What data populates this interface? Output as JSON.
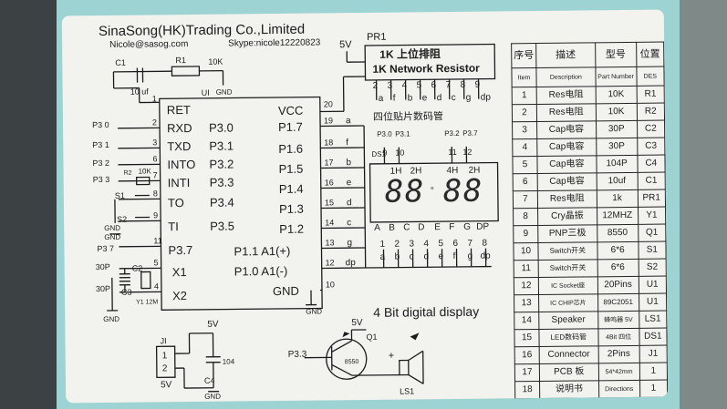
{
  "header": {
    "company": "SinaSong(HK)Trading Co.,Limited",
    "email": "Nicole@sasog.com",
    "skype": "Skype:nicole12220823"
  },
  "network": {
    "ref": "PR1",
    "vcc": "5V",
    "line1": "1K 上位排阻",
    "line2": "1K Network Resistor",
    "pin_numbers": [
      "2",
      "3",
      "4",
      "5",
      "6",
      "7",
      "8",
      "9"
    ],
    "pin_letters": [
      "a",
      "f",
      "b",
      "e",
      "d",
      "c",
      "g",
      "dp"
    ]
  },
  "rc": {
    "cap": "C1",
    "res": "R1",
    "res_val": "10K",
    "cap_val": "10 uf",
    "ui": "UI",
    "gnd": "GND"
  },
  "mcu": {
    "left_pins": [
      "RET",
      "RXD",
      "TXD",
      "INTO",
      "INTI",
      "TO",
      "TI",
      "P3.7",
      "X1",
      "X2"
    ],
    "left_ports": [
      "P3.0",
      "P3.1",
      "P3.2",
      "P3.3",
      "P3.4",
      "P3.5"
    ],
    "right_pins": [
      "VCC",
      "P1.7",
      "P1.6",
      "P1.5",
      "P1.4",
      "P1.3",
      "P1.2",
      "P1.1 A1(+)",
      "P1.0 A1(-)",
      "GND"
    ],
    "right_nums": [
      "20",
      "19",
      "18",
      "17",
      "16",
      "15",
      "14",
      "13",
      "12",
      "10"
    ],
    "right_seg": [
      "a",
      "f",
      "b",
      "e",
      "d",
      "c",
      "g",
      "dp"
    ],
    "left_nums": [
      "1",
      "2",
      "3",
      "6",
      "7",
      "8",
      "9",
      "11",
      "5",
      "4"
    ]
  },
  "inputs": {
    "p30": "P3 0",
    "p31": "P3 1",
    "p32": "P3 2",
    "p33": "P3 3",
    "r2": "R2",
    "r2_val": "10K",
    "s1": "S1",
    "s2": "S2",
    "gnd1": "GND",
    "gnd2": "GND",
    "p37": "P3 7"
  },
  "xtal": {
    "c30a": "30P",
    "c30b": "30P",
    "c2": "C2",
    "c3": "C3",
    "y1": "Y1 12M",
    "gnd": "GND"
  },
  "display": {
    "title_cn": "四位贴片数码管",
    "ds": "DS1",
    "top_ports": [
      "P3.0",
      "P3.1",
      "P3.2",
      "P3.7"
    ],
    "top_nums": [
      "9",
      "10",
      "11",
      "12"
    ],
    "digit_labels": [
      "1H",
      "2H",
      "4H",
      "2H"
    ],
    "digits": [
      "8",
      "8",
      "8",
      "8"
    ],
    "seg_letters": [
      "A",
      "B",
      "C",
      "D",
      "E",
      "F",
      "G",
      "DP"
    ],
    "bottom_nums": [
      "1",
      "2",
      "3",
      "4",
      "5",
      "6",
      "7",
      "8"
    ],
    "bottom_letters": [
      "a",
      "b",
      "c",
      "d",
      "e",
      "f",
      "g",
      "dp"
    ],
    "caption": "4 Bit digital display"
  },
  "power": {
    "j": "JI",
    "pins": [
      "1",
      "2"
    ],
    "v5": "5V",
    "v5b": "5V",
    "c4": "C4",
    "c4_val": "104",
    "gnd": "GND"
  },
  "buzzer": {
    "port": "P3.3",
    "v5": "5V",
    "q": "Q1",
    "transistor": "8550",
    "ls": "LS1",
    "plus": "+"
  },
  "bom": {
    "headers": [
      "序号",
      "描述",
      "型号",
      "位置"
    ],
    "subheaders": [
      "Item",
      "Description",
      "Part Number",
      "DES"
    ],
    "rows": [
      [
        "1",
        "Res电阻",
        "10K",
        "R1"
      ],
      [
        "2",
        "Res电阻",
        "10K",
        "R2"
      ],
      [
        "3",
        "Cap电容",
        "30P",
        "C2"
      ],
      [
        "4",
        "Cap电容",
        "30P",
        "C3"
      ],
      [
        "5",
        "Cap电容",
        "104P",
        "C4"
      ],
      [
        "6",
        "Cap电容",
        "10uf",
        "C1"
      ],
      [
        "7",
        "Res电阻",
        "1k",
        "PR1"
      ],
      [
        "8",
        "Cry晶振",
        "12MHZ",
        "Y1"
      ],
      [
        "9",
        "PNP三极",
        "8550",
        "Q1"
      ],
      [
        "10",
        "Switch开关",
        "6*6",
        "S1"
      ],
      [
        "11",
        "Switch开关",
        "6*6",
        "S2"
      ],
      [
        "12",
        "IC Socket座",
        "20Pins",
        "U1"
      ],
      [
        "13",
        "IC CHIP芯片",
        "89C2051",
        "U1"
      ],
      [
        "14",
        "Speaker",
        "蜂鸣器 5V",
        "LS1"
      ],
      [
        "15",
        "LED数码管",
        "4Bit 四位",
        "DS1"
      ],
      [
        "16",
        "Connector",
        "2Pins",
        "J1"
      ],
      [
        "17",
        "PCB 板",
        "54*42mm",
        "1"
      ],
      [
        "18",
        "说明书",
        "Directions",
        "1"
      ]
    ]
  },
  "colors": {
    "background_blue": "#9dd3d3",
    "paper": "#f2f3ef",
    "ink": "#1b1b1b"
  }
}
